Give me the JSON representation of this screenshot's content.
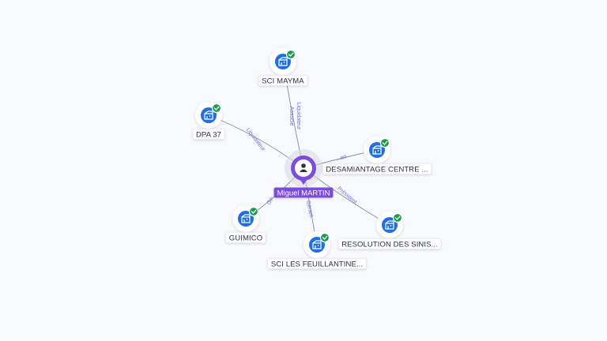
{
  "colors": {
    "background": "#f8f9fc",
    "person": "#7c4ddb",
    "company": "#1f6fe0",
    "active_badge": "#1e9b4f",
    "edge": "#6b6f85",
    "edge_label": "#7b6fd0"
  },
  "center": {
    "name": "Miguel MARTIN",
    "icon": "person-icon"
  },
  "companies": [
    {
      "name": "SCI MAYMA",
      "icon": "building-icon",
      "badge": "check-icon"
    },
    {
      "name": "DPA 37",
      "icon": "building-icon",
      "badge": "check-icon"
    },
    {
      "name": "DESAMIANTAGE CENTRE ...",
      "icon": "building-icon",
      "badge": "check-icon"
    },
    {
      "name": "GUIMICO",
      "icon": "building-icon",
      "badge": "check-icon"
    },
    {
      "name": "SCI LES FEUILLANTINE...",
      "icon": "building-icon",
      "badge": "check-icon"
    },
    {
      "name": "RESOLUTION DES SINIS...",
      "icon": "building-icon",
      "badge": "check-icon"
    }
  ],
  "edges": [
    {
      "target": 0,
      "labels": [
        "Liquidateur",
        "Associé"
      ]
    },
    {
      "target": 1,
      "labels": [
        "Liquidateur"
      ]
    },
    {
      "target": 2,
      "labels": [
        "...art"
      ]
    },
    {
      "target": 3,
      "labels": [
        "Gé..."
      ]
    },
    {
      "target": 4,
      "labels": [
        "Gérant"
      ]
    },
    {
      "target": 5,
      "labels": [
        "Président"
      ]
    }
  ]
}
